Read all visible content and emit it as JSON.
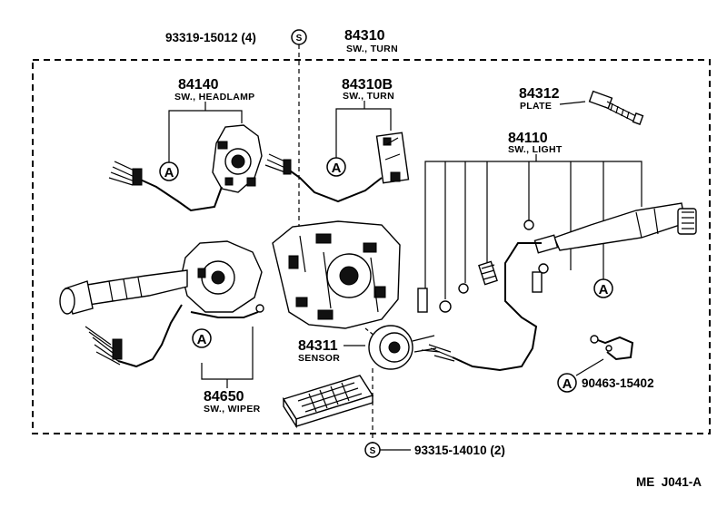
{
  "parts": {
    "p84310": {
      "number": "84310",
      "name": "SW., TURN"
    },
    "p84140": {
      "number": "84140",
      "name": "SW., HEADLAMP"
    },
    "p84310B": {
      "number": "84310B",
      "name": "SW., TURN"
    },
    "p84312": {
      "number": "84312",
      "name": "PLATE"
    },
    "p84110": {
      "number": "84110",
      "name": "SW., LIGHT"
    },
    "p84311": {
      "number": "84311",
      "name": "SENSOR"
    },
    "p84650": {
      "number": "84650",
      "name": "SW., WIPER"
    }
  },
  "fasteners": {
    "top": "93319-15012 (4)",
    "bottom": "93315-14010 (2)",
    "clip": "90463-15402"
  },
  "markers": {
    "circle_a": "A",
    "circle_s": "S"
  },
  "diagram_code": "ME  J041-A"
}
